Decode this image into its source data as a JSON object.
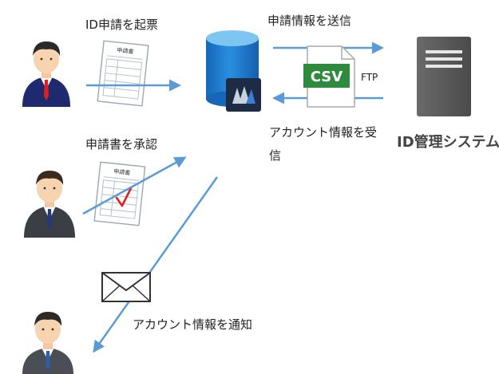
{
  "labels": {
    "id_request": "ID申請を起票",
    "send_request": "申請情報を送信",
    "approve": "申請書を承認",
    "receive_account": "アカウント情報を受信",
    "notify_account": "アカウント情報を通知",
    "ftp": "FTP",
    "csv": "CSV",
    "system_name": "ID管理システム",
    "form_title": "申請書"
  },
  "colors": {
    "arrow": "#5b9bd5",
    "db_top": "#7ec6f2",
    "db_body": "#1f7fd3",
    "csv_green": "#2e8b3e",
    "server": "#5f5f5f",
    "suit": "#1f2a6e",
    "tie_red": "#e02020",
    "check_red": "#e02020"
  }
}
